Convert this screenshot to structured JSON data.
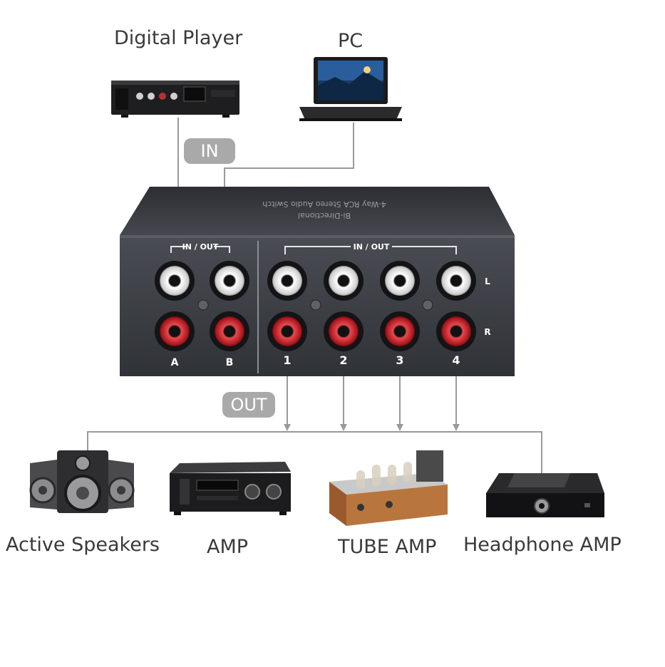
{
  "sources": {
    "digital_player": "Digital Player",
    "pc": "PC"
  },
  "flow_labels": {
    "in": "IN",
    "out": "OUT"
  },
  "device": {
    "top_text_line1": "4-Way RCA Stereo Audio Switch",
    "top_text_line2": "Bi-Directional",
    "left_bracket_label": "IN / OUT",
    "right_bracket_label": "IN / OUT",
    "left_port_labels": [
      "A",
      "B"
    ],
    "right_port_labels": [
      "1",
      "2",
      "3",
      "4"
    ],
    "channel_left": "L",
    "channel_right": "R"
  },
  "outputs": {
    "active_speakers": "Active Speakers",
    "amp": "AMP",
    "tube_amp": "TUBE AMP",
    "headphone_amp": "Headphone AMP"
  },
  "colors": {
    "device_body": "#3d4046",
    "rca_white": "#f2f2f2",
    "rca_red": "#c7232b",
    "connector_line": "#9a9a9a",
    "pill": "#a9a9a9"
  }
}
